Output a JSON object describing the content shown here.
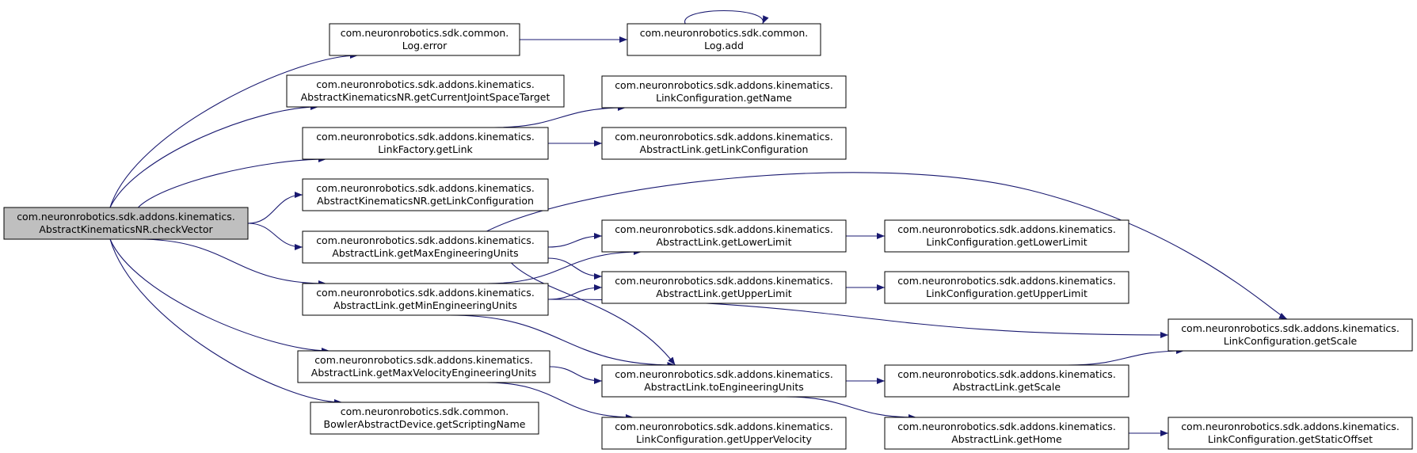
{
  "graph": {
    "edge_color": "#191970",
    "root_fill": "#bfbfbf",
    "nodes": [
      {
        "id": "root",
        "lines": [
          "com.neuronrobotics.sdk.addons.kinematics.",
          "AbstractKinematicsNR.checkVector"
        ],
        "root": true
      },
      {
        "id": "log_error",
        "lines": [
          "com.neuronrobotics.sdk.common.",
          "Log.error"
        ]
      },
      {
        "id": "log_add",
        "lines": [
          "com.neuronrobotics.sdk.common.",
          "Log.add"
        ]
      },
      {
        "id": "get_cur_target",
        "lines": [
          "com.neuronrobotics.sdk.addons.kinematics.",
          "AbstractKinematicsNR.getCurrentJointSpaceTarget"
        ]
      },
      {
        "id": "linkfactory_getlink",
        "lines": [
          "com.neuronrobotics.sdk.addons.kinematics.",
          "LinkFactory.getLink"
        ]
      },
      {
        "id": "lc_getname",
        "lines": [
          "com.neuronrobotics.sdk.addons.kinematics.",
          "LinkConfiguration.getName"
        ]
      },
      {
        "id": "al_getlinkconfig",
        "lines": [
          "com.neuronrobotics.sdk.addons.kinematics.",
          "AbstractLink.getLinkConfiguration"
        ]
      },
      {
        "id": "akn_getlinkconfig",
        "lines": [
          "com.neuronrobotics.sdk.addons.kinematics.",
          "AbstractKinematicsNR.getLinkConfiguration"
        ]
      },
      {
        "id": "al_getmaxeng",
        "lines": [
          "com.neuronrobotics.sdk.addons.kinematics.",
          "AbstractLink.getMaxEngineeringUnits"
        ]
      },
      {
        "id": "al_getminEng",
        "lines": [
          "com.neuronrobotics.sdk.addons.kinematics.",
          "AbstractLink.getMinEngineeringUnits"
        ]
      },
      {
        "id": "al_getmaxvel",
        "lines": [
          "com.neuronrobotics.sdk.addons.kinematics.",
          "AbstractLink.getMaxVelocityEngineeringUnits"
        ]
      },
      {
        "id": "bad_getscripting",
        "lines": [
          "com.neuronrobotics.sdk.common.",
          "BowlerAbstractDevice.getScriptingName"
        ]
      },
      {
        "id": "al_getlower",
        "lines": [
          "com.neuronrobotics.sdk.addons.kinematics.",
          "AbstractLink.getLowerLimit"
        ]
      },
      {
        "id": "al_getupper",
        "lines": [
          "com.neuronrobotics.sdk.addons.kinematics.",
          "AbstractLink.getUpperLimit"
        ]
      },
      {
        "id": "al_toeng",
        "lines": [
          "com.neuronrobotics.sdk.addons.kinematics.",
          "AbstractLink.toEngineeringUnits"
        ]
      },
      {
        "id": "lc_getuppervel",
        "lines": [
          "com.neuronrobotics.sdk.addons.kinematics.",
          "LinkConfiguration.getUpperVelocity"
        ]
      },
      {
        "id": "lc_getlower",
        "lines": [
          "com.neuronrobotics.sdk.addons.kinematics.",
          "LinkConfiguration.getLowerLimit"
        ]
      },
      {
        "id": "lc_getupper",
        "lines": [
          "com.neuronrobotics.sdk.addons.kinematics.",
          "LinkConfiguration.getUpperLimit"
        ]
      },
      {
        "id": "al_getscale",
        "lines": [
          "com.neuronrobotics.sdk.addons.kinematics.",
          "AbstractLink.getScale"
        ]
      },
      {
        "id": "al_gethome",
        "lines": [
          "com.neuronrobotics.sdk.addons.kinematics.",
          "AbstractLink.getHome"
        ]
      },
      {
        "id": "lc_getscale",
        "lines": [
          "com.neuronrobotics.sdk.addons.kinematics.",
          "LinkConfiguration.getScale"
        ]
      },
      {
        "id": "lc_getstaticoffset",
        "lines": [
          "com.neuronrobotics.sdk.addons.kinematics.",
          "LinkConfiguration.getStaticOffset"
        ]
      }
    ],
    "edges": [
      {
        "from": "root",
        "to": "log_error"
      },
      {
        "from": "log_error",
        "to": "log_add"
      },
      {
        "from": "log_add",
        "to": "log_add"
      },
      {
        "from": "root",
        "to": "get_cur_target"
      },
      {
        "from": "root",
        "to": "linkfactory_getlink"
      },
      {
        "from": "linkfactory_getlink",
        "to": "lc_getname"
      },
      {
        "from": "linkfactory_getlink",
        "to": "al_getlinkconfig"
      },
      {
        "from": "root",
        "to": "akn_getlinkconfig"
      },
      {
        "from": "root",
        "to": "al_getmaxeng"
      },
      {
        "from": "root",
        "to": "al_getminEng"
      },
      {
        "from": "root",
        "to": "al_getmaxvel"
      },
      {
        "from": "root",
        "to": "bad_getscripting"
      },
      {
        "from": "al_getmaxeng",
        "to": "lc_getscale"
      },
      {
        "from": "al_getmaxeng",
        "to": "al_getlower"
      },
      {
        "from": "al_getmaxeng",
        "to": "al_getupper"
      },
      {
        "from": "al_getmaxeng",
        "to": "al_toeng"
      },
      {
        "from": "al_getminEng",
        "to": "al_getlower"
      },
      {
        "from": "al_getminEng",
        "to": "al_getupper"
      },
      {
        "from": "al_getminEng",
        "to": "lc_getscale"
      },
      {
        "from": "al_getminEng",
        "to": "al_toeng"
      },
      {
        "from": "al_getmaxvel",
        "to": "al_toeng"
      },
      {
        "from": "al_getmaxvel",
        "to": "lc_getuppervel"
      },
      {
        "from": "al_getlower",
        "to": "lc_getlower"
      },
      {
        "from": "al_getupper",
        "to": "lc_getupper"
      },
      {
        "from": "al_toeng",
        "to": "al_getscale"
      },
      {
        "from": "al_toeng",
        "to": "al_gethome"
      },
      {
        "from": "al_getscale",
        "to": "lc_getscale"
      },
      {
        "from": "al_gethome",
        "to": "lc_getstaticoffset"
      }
    ]
  }
}
